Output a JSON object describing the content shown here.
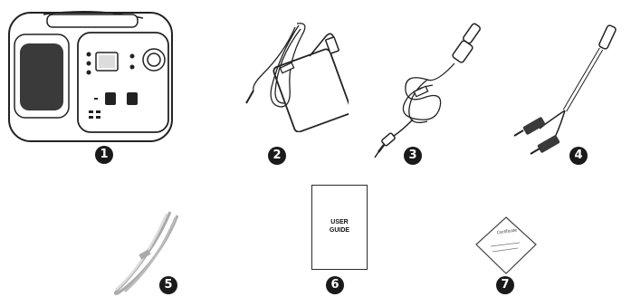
{
  "items": [
    {
      "number": "1",
      "name": "Power station"
    },
    {
      "number": "2",
      "name": "AC adapter"
    },
    {
      "number": "3",
      "name": "Car charging cable"
    },
    {
      "number": "4",
      "name": "Solar charging cable"
    },
    {
      "number": "5",
      "name": "USB cable"
    },
    {
      "number": "6",
      "name": "User guide"
    },
    {
      "number": "7",
      "name": "Certificate"
    }
  ],
  "user_guide": {
    "line1": "USER",
    "line2": "GUIDE"
  },
  "certificate": {
    "label": "Certificate"
  }
}
